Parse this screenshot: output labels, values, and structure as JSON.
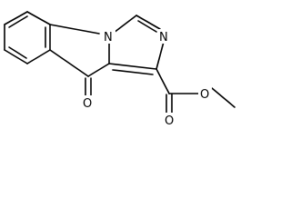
{
  "atom_labels": {
    "ring_nitrogen_bridge": "N",
    "ring_nitrogen_imidazole": "N",
    "ketone_oxygen": "O",
    "ester_carbonyl_oxygen": "O",
    "ester_ether_oxygen": "O"
  }
}
